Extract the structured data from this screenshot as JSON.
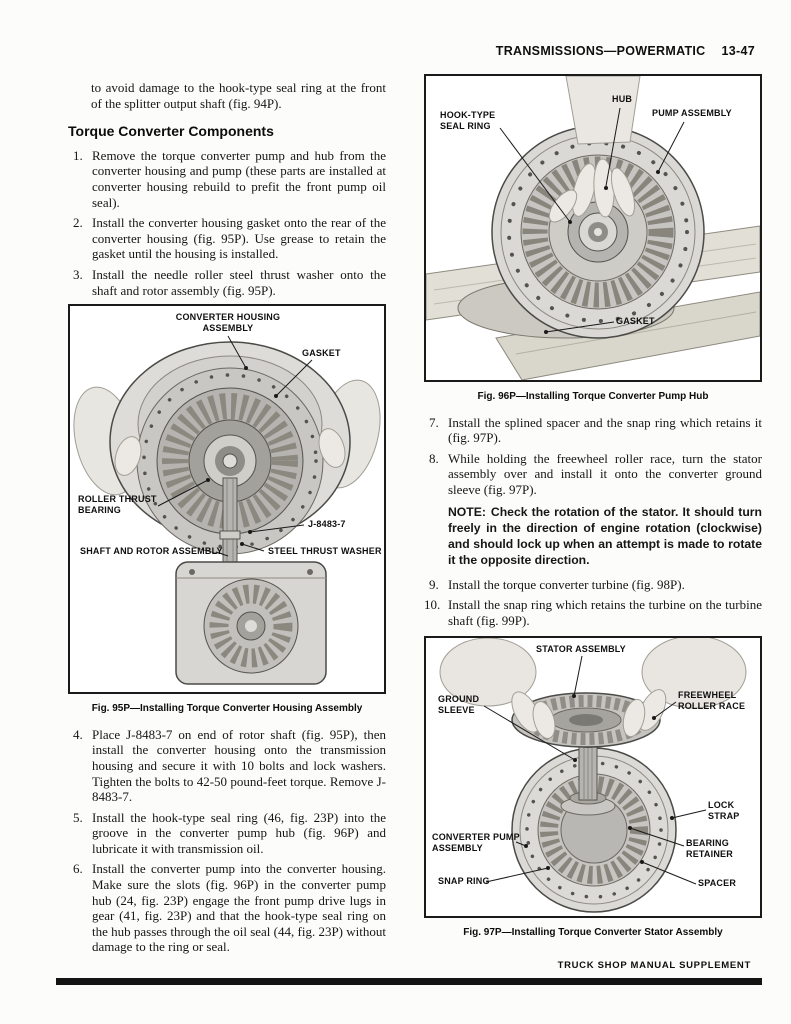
{
  "header": {
    "title": "TRANSMISSIONS—POWERMATIC",
    "page": "13-47"
  },
  "footer": {
    "text": "TRUCK SHOP MANUAL SUPPLEMENT"
  },
  "left": {
    "intro": "to avoid damage to the hook-type seal ring at the front of the splitter output shaft (fig. 94P).",
    "heading": "Torque Converter Components",
    "steps_a": [
      {
        "num": "1.",
        "text": "Remove the torque converter pump and hub from the converter housing and pump (these parts are installed at converter housing rebuild to prefit the front pump oil seal)."
      },
      {
        "num": "2.",
        "text": "Install the converter housing gasket onto the rear of the converter housing (fig. 95P). Use grease to retain the gasket until the housing is installed."
      },
      {
        "num": "3.",
        "text": "Install the needle roller steel thrust washer onto the shaft and rotor assembly (fig. 95P)."
      }
    ],
    "steps_b": [
      {
        "num": "4.",
        "text": "Place J-8483-7 on end of rotor shaft (fig. 95P), then install the converter housing onto the transmission housing and secure it with 10 bolts and lock washers. Tighten the bolts to 42-50 pound-feet torque. Remove J-8483-7."
      },
      {
        "num": "5.",
        "text": "Install the hook-type seal ring (46, fig. 23P) into the groove in the converter pump hub (fig. 96P) and lubricate it with transmission oil."
      },
      {
        "num": "6.",
        "text": "Install the converter pump into the converter housing. Make sure the slots (fig. 96P) in the converter pump hub (24, fig. 23P) engage the front pump drive lugs in gear (41, fig. 23P) and that the hook-type seal ring on the hub passes through the oil seal (44, fig. 23P) without damage to the ring or seal."
      }
    ]
  },
  "right": {
    "steps_a": [
      {
        "num": "7.",
        "text": "Install the splined spacer and the snap ring which retains it (fig. 97P)."
      },
      {
        "num": "8.",
        "text": "While holding the freewheel roller race, turn the stator assembly over and install it onto the converter ground sleeve (fig. 97P)."
      }
    ],
    "note_label": "NOTE:",
    "note_text": "Check the rotation of the stator. It should turn freely in the direction of engine rotation (clockwise) and should lock up when an attempt is made to rotate it the opposite direction.",
    "steps_b": [
      {
        "num": "9.",
        "text": "Install the torque converter turbine (fig. 98P)."
      },
      {
        "num": "10.",
        "text": "Install the snap ring which retains the turbine on the turbine shaft (fig. 99P)."
      }
    ]
  },
  "fig95": {
    "caption": "Fig. 95P—Installing Torque Converter Housing Assembly",
    "labels": {
      "housing": "CONVERTER HOUSING\nASSEMBLY",
      "gasket": "GASKET",
      "roller_thrust": "ROLLER THRUST\nBEARING",
      "tool": "J-8483-7",
      "shaft_rotor": "SHAFT AND ROTOR ASSEMBLY",
      "thrust_washer": "STEEL THRUST WASHER"
    }
  },
  "fig96": {
    "caption": "Fig. 96P—Installing Torque Converter Pump Hub",
    "labels": {
      "hook_type": "HOOK-TYPE\nSEAL RING",
      "hub": "HUB",
      "pump_assembly": "PUMP ASSEMBLY",
      "gasket": "GASKET"
    }
  },
  "fig97": {
    "caption": "Fig. 97P—Installing Torque Converter Stator Assembly",
    "labels": {
      "stator": "STATOR ASSEMBLY",
      "ground_sleeve": "GROUND\nSLEEVE",
      "freewheel": "FREEWHEEL\nROLLER RACE",
      "lock_strap": "LOCK\nSTRAP",
      "converter_pump": "CONVERTER PUMP\nASSEMBLY",
      "bearing_retainer": "BEARING\nRETAINER",
      "snap_ring": "SNAP RING",
      "spacer": "SPACER"
    }
  }
}
